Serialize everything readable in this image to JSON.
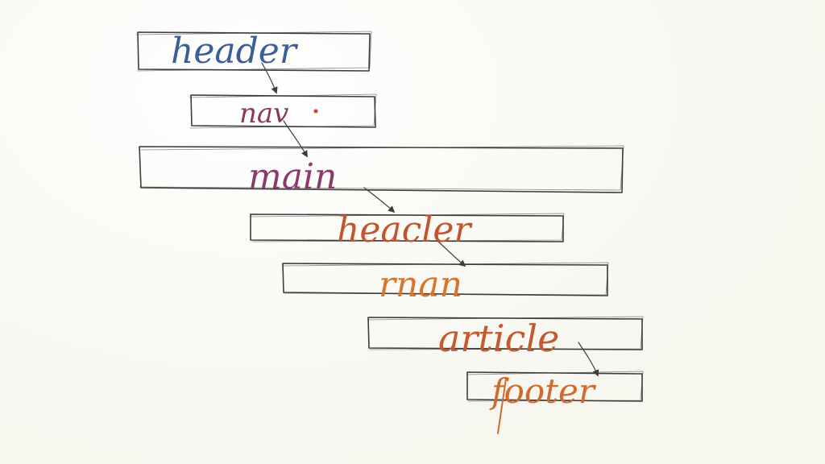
{
  "labels": {
    "header": "header",
    "nav": "nav",
    "main": "main",
    "inner_header": "heacler",
    "inner_main": "rnan",
    "article": "article",
    "footer": "footer"
  },
  "colors": {
    "pencil": "#3d3d3d",
    "header": "#3a5f98",
    "nav": "#8a3b52",
    "main": "#8c3a6c",
    "inner_header": "#c2552b",
    "inner_main": "#d9762a",
    "article": "#c5592f",
    "footer": "#d16a2c"
  }
}
